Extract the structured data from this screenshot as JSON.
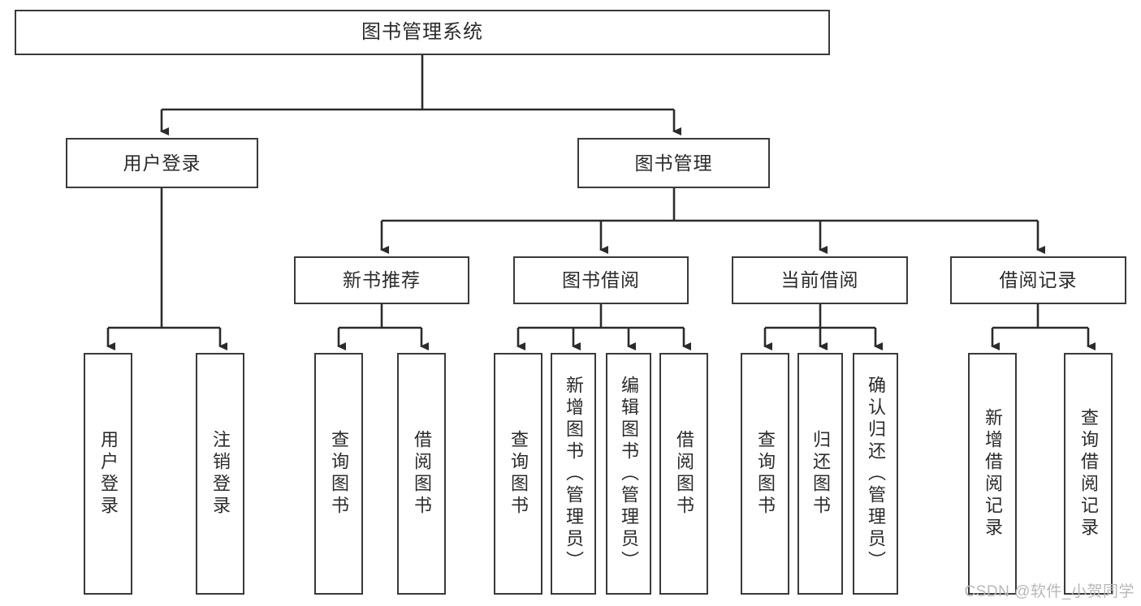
{
  "diagram": {
    "type": "hierarchy-tree",
    "title": "图书管理系统",
    "watermark": "CSDN @软件_小贺同学",
    "colors": {
      "background": "#ffffff",
      "border": "#3a3a3a",
      "text": "#2b2b2b",
      "connector": "#2b2b2b",
      "watermark": "#b8b8b8"
    },
    "root": {
      "label": "图书管理系统"
    },
    "level1": [
      {
        "label": "用户登录"
      },
      {
        "label": "图书管理"
      }
    ],
    "level2": [
      {
        "label": "新书推荐"
      },
      {
        "label": "图书借阅"
      },
      {
        "label": "当前借阅"
      },
      {
        "label": "借阅记录"
      }
    ],
    "leaves": {
      "user_login": [
        {
          "label": "用户登录"
        },
        {
          "label": "注销登录"
        }
      ],
      "new_book_recommend": [
        {
          "label": "查询图书"
        },
        {
          "label": "借阅图书"
        }
      ],
      "book_borrow": [
        {
          "label": "查询图书"
        },
        {
          "label": "新增图书（管理员）"
        },
        {
          "label": "编辑图书（管理员）"
        },
        {
          "label": "借阅图书"
        }
      ],
      "current_borrow": [
        {
          "label": "查询图书"
        },
        {
          "label": "归还图书"
        },
        {
          "label": "确认归还（管理员）"
        }
      ],
      "borrow_record": [
        {
          "label": "新增借阅记录"
        },
        {
          "label": "查询借阅记录"
        }
      ]
    }
  }
}
